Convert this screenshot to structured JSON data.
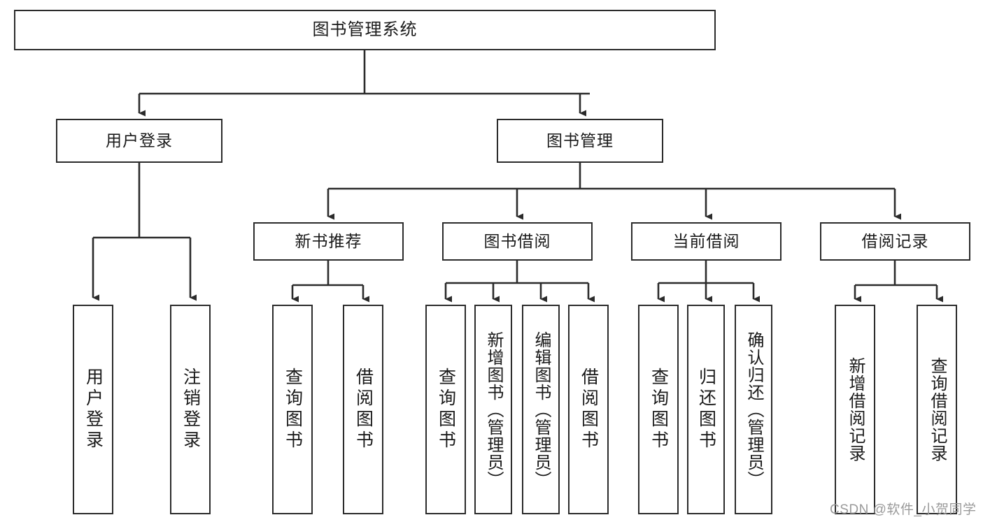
{
  "diagram": {
    "title": "图书管理系统",
    "type": "hierarchy-tree",
    "watermark": "CSDN @软件_小贺同学",
    "colors": {
      "stroke": "#2b2b2b",
      "fill": "#ffffff",
      "text": "#1a1a1a",
      "watermark": "#9a9a9a"
    },
    "nodes": {
      "root": {
        "label": "图书管理系统"
      },
      "level2": [
        {
          "id": "user-login",
          "label": "用户登录"
        },
        {
          "id": "book-manage",
          "label": "图书管理"
        }
      ],
      "level3": [
        {
          "id": "new-book-recommend",
          "label": "新书推荐"
        },
        {
          "id": "book-borrow",
          "label": "图书借阅"
        },
        {
          "id": "current-borrow",
          "label": "当前借阅"
        },
        {
          "id": "borrow-record",
          "label": "借阅记录"
        }
      ],
      "leaves": {
        "user-login": [
          {
            "id": "leaf-user-login",
            "label": "用户登录"
          },
          {
            "id": "leaf-user-logout",
            "label": "注销登录"
          }
        ],
        "new-book-recommend": [
          {
            "id": "leaf-query-book-1",
            "label": "查询图书"
          },
          {
            "id": "leaf-borrow-book-1",
            "label": "借阅图书"
          }
        ],
        "book-borrow": [
          {
            "id": "leaf-query-book-2",
            "label": "查询图书"
          },
          {
            "id": "leaf-add-book",
            "label": "新增图书（管理员）"
          },
          {
            "id": "leaf-edit-book",
            "label": "编辑图书（管理员）"
          },
          {
            "id": "leaf-borrow-book-2",
            "label": "借阅图书"
          }
        ],
        "current-borrow": [
          {
            "id": "leaf-query-book-3",
            "label": "查询图书"
          },
          {
            "id": "leaf-return-book",
            "label": "归还图书"
          },
          {
            "id": "leaf-confirm-return",
            "label": "确认归还（管理员）"
          }
        ],
        "borrow-record": [
          {
            "id": "leaf-add-record",
            "label": "新增借阅记录"
          },
          {
            "id": "leaf-query-record",
            "label": "查询借阅记录"
          }
        ]
      }
    }
  }
}
